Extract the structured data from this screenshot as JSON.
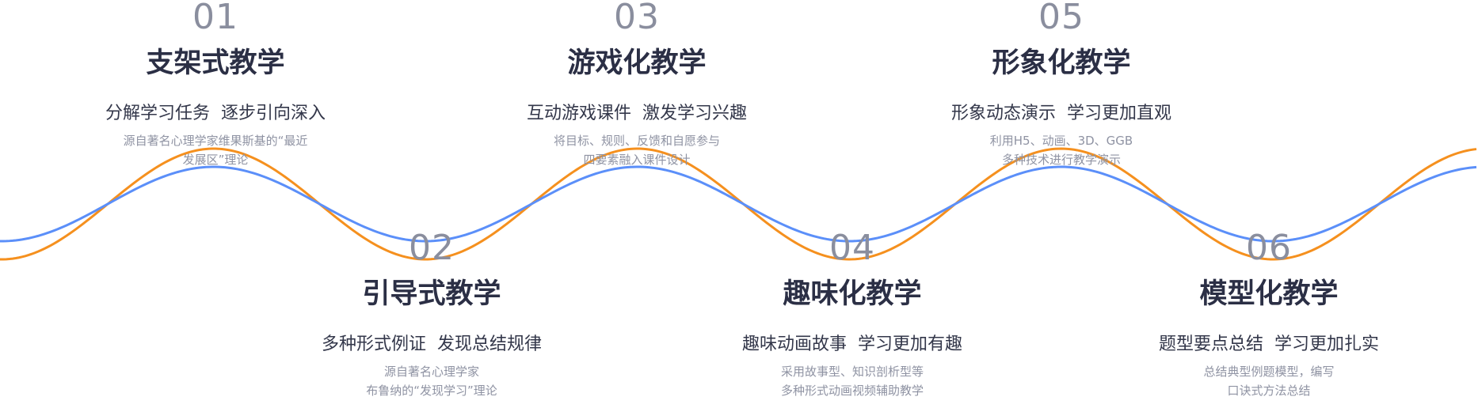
{
  "colors": {
    "wave_orange": "#F5901E",
    "wave_blue": "#5B8FF9",
    "number": "#8A8E9E",
    "title": "#2B2F45",
    "slogan": "#33374A",
    "description": "#8F93A3"
  },
  "items": [
    {
      "number": "01",
      "title": "支架式教学",
      "slogan": "分解学习任务  逐步引向深入",
      "desc_lines": [
        "源自著名心理学家维果斯基的“最近",
        "发展区”理论"
      ]
    },
    {
      "number": "02",
      "title": "引导式教学",
      "slogan": "多种形式例证  发现总结规律",
      "desc_lines": [
        "源自著名心理学家",
        "布鲁纳的“发现学习”理论"
      ]
    },
    {
      "number": "03",
      "title": "游戏化教学",
      "slogan": "互动游戏课件  激发学习兴趣",
      "desc_lines": [
        "将目标、规则、反馈和自愿参与",
        "四要素融入课件设计"
      ]
    },
    {
      "number": "04",
      "title": "趣味化教学",
      "slogan": "趣味动画故事  学习更加有趣",
      "desc_lines": [
        "采用故事型、知识剖析型等",
        "多种形式动画视频辅助教学"
      ]
    },
    {
      "number": "05",
      "title": "形象化教学",
      "slogan": "形象动态演示  学习更加直观",
      "desc_lines": [
        "利用H5、动画、3D、GGB",
        "多种技术进行教学演示"
      ]
    },
    {
      "number": "06",
      "title": "模型化教学",
      "slogan": "题型要点总结  学习更加扎实",
      "desc_lines": [
        "总结典型例题模型，编写",
        "口诀式方法总结"
      ]
    }
  ]
}
